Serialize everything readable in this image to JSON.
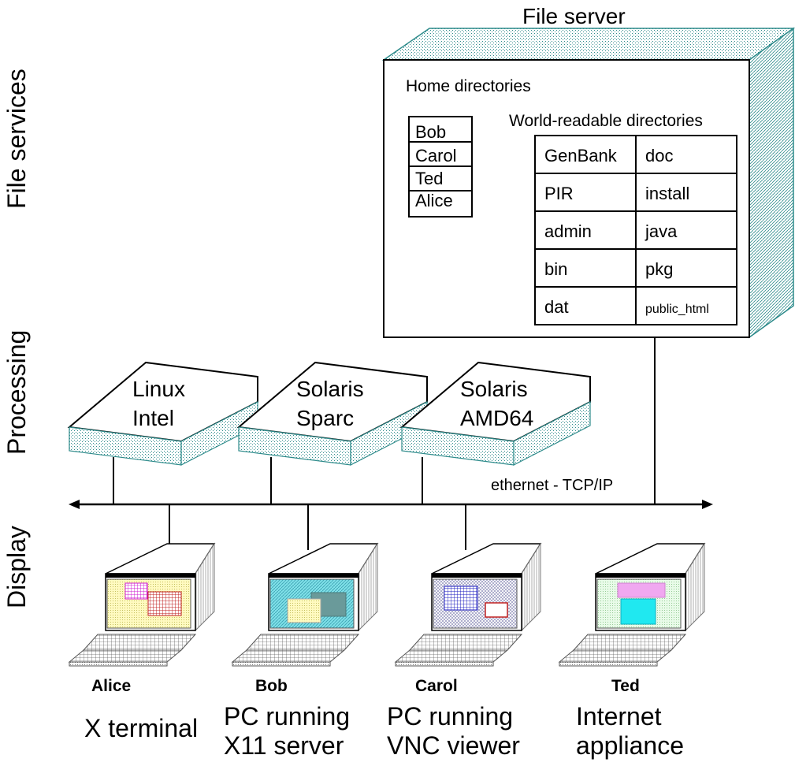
{
  "tiers": {
    "file_services": "File services",
    "processing": "Processing",
    "display": "Display"
  },
  "file_server": {
    "title": "File server",
    "home_title": "Home directories",
    "home_dirs": [
      "Bob",
      "Carol",
      "Ted",
      "Alice"
    ],
    "world_title": "World-readable directories",
    "world_dirs": [
      [
        "GenBank",
        "doc"
      ],
      [
        "PIR",
        "install"
      ],
      [
        "admin",
        "java"
      ],
      [
        "bin",
        "pkg"
      ],
      [
        "dat",
        "public_html"
      ]
    ]
  },
  "processors": [
    {
      "line1": "Linux",
      "line2": "Intel"
    },
    {
      "line1": "Solaris",
      "line2": "Sparc"
    },
    {
      "line1": "Solaris",
      "line2": "AMD64"
    }
  ],
  "network": {
    "label": "ethernet - TCP/IP"
  },
  "displays": [
    {
      "user": "Alice",
      "line1": "X terminal",
      "line2": ""
    },
    {
      "user": "Bob",
      "line1": "PC running",
      "line2": "X11 server"
    },
    {
      "user": "Carol",
      "line1": "PC running",
      "line2": "VNC viewer"
    },
    {
      "user": "Ted",
      "line1": "Internet",
      "line2": "appliance"
    }
  ],
  "colors": {
    "shading": "#2e8b8b",
    "alice_screen": "#fff8b0",
    "bob_screen": "#7fe0e8",
    "carol_screen": "#d8d8ff",
    "ted_screen": "#e0f8e0"
  }
}
